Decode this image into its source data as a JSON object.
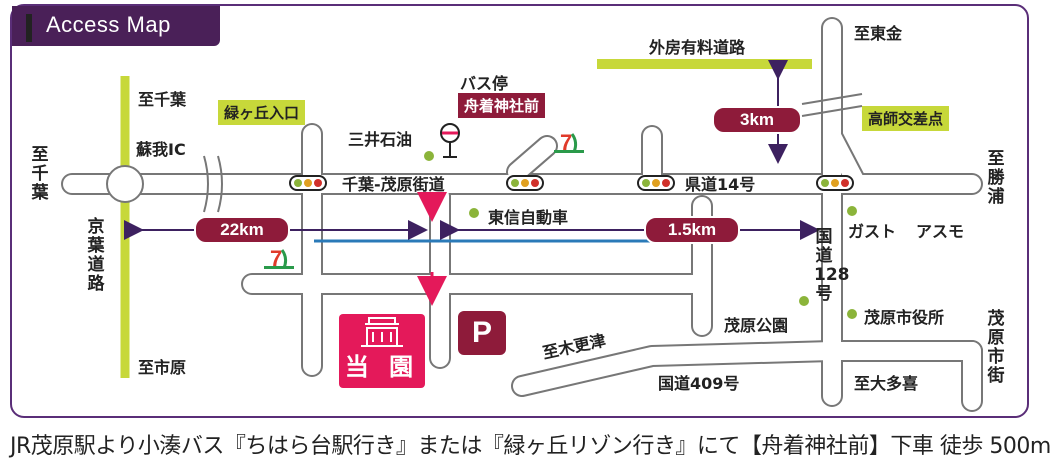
{
  "title": "Access Map",
  "labels": {
    "chiba_top": "至千葉",
    "soga_ic": "蘇我IC",
    "midorigaoka": "緑ヶ丘入口",
    "bus_stop": "バス停",
    "bus_stop_name": "舟着神社前",
    "mitsui": "三井石油",
    "chiba_mobara_road": "千葉-茂原街道",
    "ken14": "県道14号",
    "sotobo": "外房有料道路",
    "to_togane": "至東金",
    "takashi": "高師交差点",
    "to_katsura": "至勝浦",
    "tohoku": "東信自動車",
    "gusto": "ガスト",
    "asumo": "アスモ",
    "route128": "国道128号",
    "mobara_park": "茂原公園",
    "city_hall": "茂原市役所",
    "mobara_street": "茂原市街",
    "to_kisarazu": "至木更津",
    "route409": "国道409号",
    "to_otaki": "至大多喜",
    "to_ichihara": "至市原",
    "keiyo": "京葉道路",
    "to_chiba_left": "至千葉",
    "school": "当 園",
    "parking": "P"
  },
  "distances": {
    "d22": "22km",
    "d15": "1.5km",
    "d3": "3km"
  },
  "footer": "JR茂原駅より小湊バス『ちはら台駅行き』または『緑ヶ丘リゾン行き』にて【舟着神社前】下車 徒歩 500m",
  "colors": {
    "road_outline": "#777777",
    "green_road": "#c7d83a",
    "maroon": "#8e1b3a",
    "school": "#e4195a",
    "rail": "#2a7ab8",
    "frame": "#5a2e78"
  }
}
